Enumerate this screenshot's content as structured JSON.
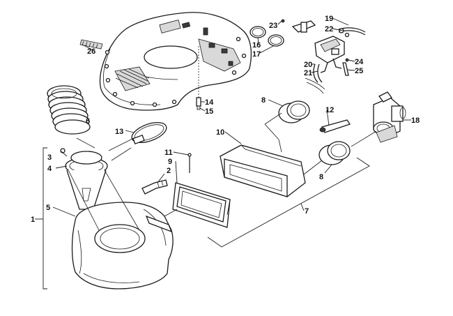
{
  "callouts": [
    {
      "id": "c1",
      "label": "1"
    },
    {
      "id": "c2",
      "label": "2"
    },
    {
      "id": "c3",
      "label": "3"
    },
    {
      "id": "c4",
      "label": "4"
    },
    {
      "id": "c5",
      "label": "5"
    },
    {
      "id": "c6",
      "label": "6"
    },
    {
      "id": "c7",
      "label": "7"
    },
    {
      "id": "c8a",
      "label": "8"
    },
    {
      "id": "c8b",
      "label": "8"
    },
    {
      "id": "c9",
      "label": "9"
    },
    {
      "id": "c10",
      "label": "10"
    },
    {
      "id": "c11",
      "label": "11"
    },
    {
      "id": "c12",
      "label": "12"
    },
    {
      "id": "c13",
      "label": "13"
    },
    {
      "id": "c14",
      "label": "14"
    },
    {
      "id": "c15",
      "label": "15"
    },
    {
      "id": "c16",
      "label": "16"
    },
    {
      "id": "c17",
      "label": "17"
    },
    {
      "id": "c18",
      "label": "18"
    },
    {
      "id": "c19",
      "label": "19"
    },
    {
      "id": "c20",
      "label": "20"
    },
    {
      "id": "c21",
      "label": "21"
    },
    {
      "id": "c22",
      "label": "22"
    },
    {
      "id": "c23",
      "label": "23"
    },
    {
      "id": "c24",
      "label": "24"
    },
    {
      "id": "c25",
      "label": "25"
    },
    {
      "id": "c26",
      "label": "26"
    }
  ]
}
